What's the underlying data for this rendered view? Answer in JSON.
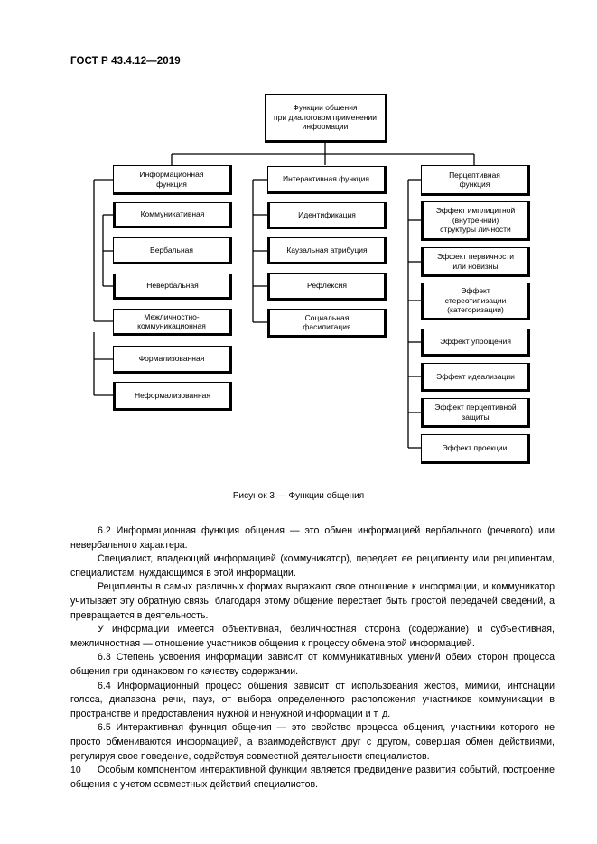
{
  "header": {
    "doc_id": "ГОСТ Р 43.4.12—2019"
  },
  "diagram": {
    "root": "Функции общения\nпри диалоговом применении\nинформации",
    "left": {
      "title": "Информационная\nфункция",
      "items": [
        "Коммуникативная",
        "Вербальная",
        "Невербальная"
      ],
      "sub_title": "Межличностно-\nкоммуникационная",
      "sub_items": [
        "Формализованная",
        "Неформализованная"
      ]
    },
    "middle": {
      "title": "Интерактивная функция",
      "items": [
        "Идентификация",
        "Каузальная атрибуция",
        "Рефлексия",
        "Социальная\nфасилитация"
      ]
    },
    "right": {
      "title": "Перцептивная\nфункция",
      "items": [
        "Эффект имплицитной\n(внутренний)\nструктуры личности",
        "Эффект первичности\nили новизны",
        "Эффект\nстереотипизации\n(категоризации)",
        "Эффект упрощения",
        "Эффект идеализации",
        "Эффект перцептивной\nзащиты",
        "Эффект проекции"
      ]
    }
  },
  "caption": "Рисунок 3 — Функции общения",
  "paragraphs": [
    "6.2 Информационная функция общения — это обмен информацией вербального (речевого) или невербального характера.",
    "Специалист, владеющий информацией (коммуникатор), передает ее реципиенту или реципиентам, специалистам, нуждающимся в этой информации.",
    "Реципиенты в самых различных формах выражают свое отношение к информации, и коммуникатор учитывает эту обратную связь, благодаря этому общение перестает быть простой передачей сведений, а превращается в деятельность.",
    "У информации имеется объективная, безличностная сторона (содержание) и субъективная, межличностная — отношение участников общения к процессу обмена этой информацией.",
    "6.3 Степень усвоения информации зависит от коммуникативных умений обеих сторон процесса общения при одинаковом по качеству содержании.",
    "6.4 Информационный процесс общения зависит от использования жестов, мимики, интонации голоса, диапазона речи, пауз, от выбора определенного расположения участников коммуникации в пространстве и предоставления нужной и ненужной информации и т. д.",
    "6.5 Интерактивная функция общения — это свойство процесса общения, участники которого не просто обмениваются информацией, а взаимодействуют друг с другом, совершая обмен действиями, регулируя свое поведение, содействуя совместной деятельности специалистов.",
    "Особым компонентом интерактивной функции является предвидение развития событий, построение общения с учетом совместных действий специалистов."
  ],
  "page_number": "10"
}
